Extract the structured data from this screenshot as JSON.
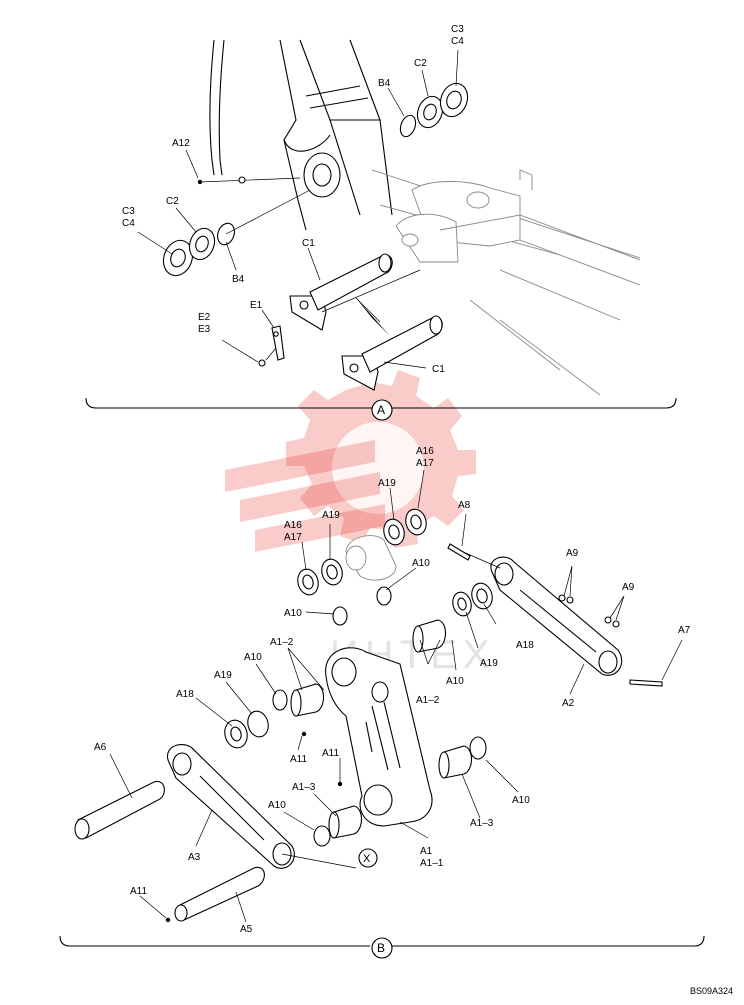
{
  "drawing_code": "BS09A324",
  "watermark_text": "ИНТЕХ",
  "sections": [
    {
      "id": "A",
      "label": "A"
    },
    {
      "id": "B",
      "label": "B"
    }
  ],
  "view_marker": "X",
  "callouts": {
    "c3c4_top": "C3\nC4",
    "c2_top": "C2",
    "b4_top": "B4",
    "a12": "A12",
    "c3c4_left": "C3\nC4",
    "c2_left": "C2",
    "b4_left": "B4",
    "c1_top": "C1",
    "e1": "E1",
    "e2e3": "E2\nE3",
    "c1_bottom": "C1",
    "a16a17_top": "A16\nA17",
    "a19_top": "A19",
    "a16a17_left": "A16\nA17",
    "a19_left": "A19",
    "a8": "A8",
    "a10_top": "A10",
    "a10_left": "A10",
    "a9_top": "A9",
    "a9_right": "A9",
    "a1_2_left": "A1–2",
    "a10_mid": "A10",
    "a18_right": "A18",
    "a7": "A7",
    "a19_right": "A19",
    "a10_right_low": "A10",
    "a1_2_right": "A1–2",
    "a2": "A2",
    "a18_left": "A18",
    "a19_mid": "A19",
    "a6": "A6",
    "a11_left": "A11",
    "a11_mid": "A11",
    "a1_3_left": "A1–3",
    "a10_bottom_left": "A10",
    "a10_bottom_right": "A10",
    "a1_3_right": "A1–3",
    "a3": "A3",
    "a1a1_1": "A1\nA1–1",
    "a11_bottom": "A11",
    "a5": "A5"
  }
}
